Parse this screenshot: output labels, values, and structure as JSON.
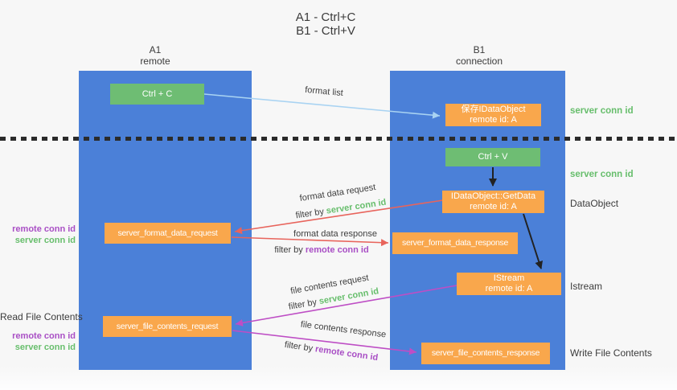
{
  "title": {
    "line1": "A1 - Ctrl+C",
    "line2": "B1 - Ctrl+V"
  },
  "lanes": {
    "left": {
      "name": "A1",
      "role": "remote"
    },
    "right": {
      "name": "B1",
      "role": "connection"
    }
  },
  "boxes": {
    "ctrl_c": {
      "label": "Ctrl + C"
    },
    "save_idataobject": {
      "line1": "保存IDataObject",
      "line2": "remote id: A"
    },
    "ctrl_v": {
      "label": "Ctrl + V"
    },
    "getdata": {
      "line1": "IDataObject::GetData",
      "line2": "remote id: A"
    },
    "format_request": {
      "label": "server_format_data_request"
    },
    "format_response": {
      "label": "server_format_data_response"
    },
    "istream": {
      "line1": "IStream",
      "line2": "remote id: A"
    },
    "file_request": {
      "label": "server_file_contents_request"
    },
    "file_response": {
      "label": "server_file_contents_response"
    }
  },
  "flow_labels": {
    "format_list": "format list",
    "format_data_request": "format data request",
    "format_data_response": "format data response",
    "file_contents_request": "file contents request",
    "file_contents_response": "file contents response",
    "filter_by": "filter by ",
    "server_conn_id": "server conn id",
    "remote_conn_id": "remote conn id"
  },
  "side_labels": {
    "right": {
      "server_conn_id": "server conn id",
      "dataobject": "DataObject",
      "istream": "Istream",
      "write_file_contents": "Write File Contents"
    },
    "left": {
      "remote_conn_id": "remote conn id",
      "server_conn_id": "server conn id",
      "read_file_contents": "Read File Contents"
    }
  },
  "colors": {
    "lane_blue": "#4b80d8",
    "box_green": "#6ebd73",
    "box_orange": "#f9a74c",
    "arrow_lightblue": "#a9d3f2",
    "arrow_red": "#e8645c",
    "arrow_magenta": "#be4ec5",
    "arrow_black": "#222222",
    "text_dark": "#3b3b3b",
    "text_green": "#67be6c",
    "text_purple": "#a94fc5",
    "divider_dark": "#2b2b2b",
    "background": "#f7f7f7"
  }
}
